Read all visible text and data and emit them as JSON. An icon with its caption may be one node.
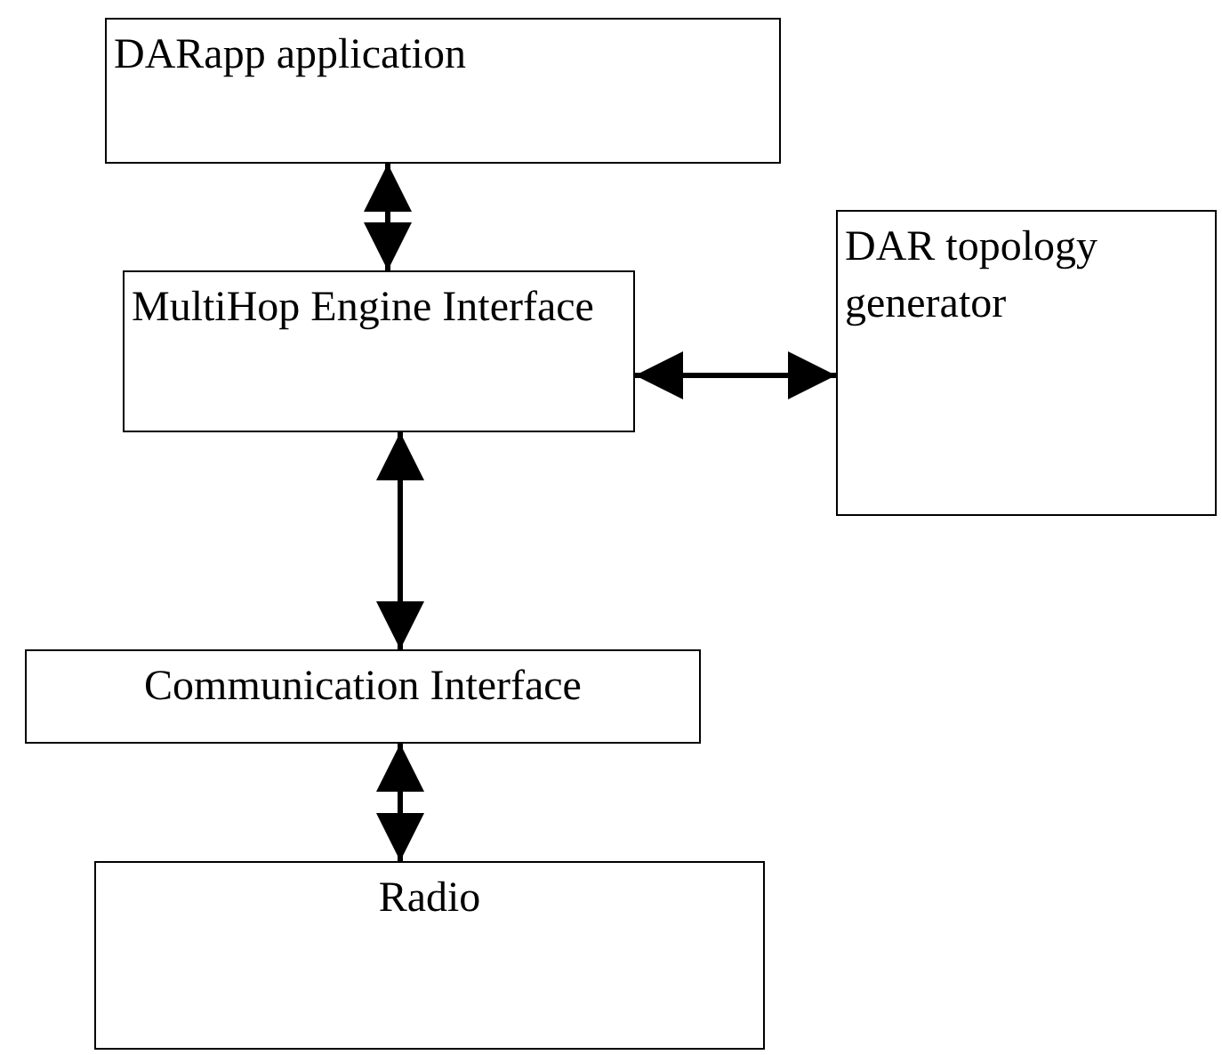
{
  "diagram": {
    "nodes": [
      {
        "text": [
          "DARapp application"
        ]
      },
      {
        "text": [
          "MultiHop Engine Interface"
        ]
      },
      {
        "text": [
          "DAR topology generator"
        ]
      },
      {
        "text": [
          "Communication Interface"
        ]
      },
      {
        "text": [
          "Radio"
        ]
      }
    ],
    "edges": [
      {
        "from": 0,
        "to": 1,
        "arrow": "both"
      },
      {
        "from": 1,
        "to": 2,
        "arrow": "both"
      },
      {
        "from": 1,
        "to": 3,
        "arrow": "both"
      },
      {
        "from": 3,
        "to": 4,
        "arrow": "both"
      }
    ]
  }
}
